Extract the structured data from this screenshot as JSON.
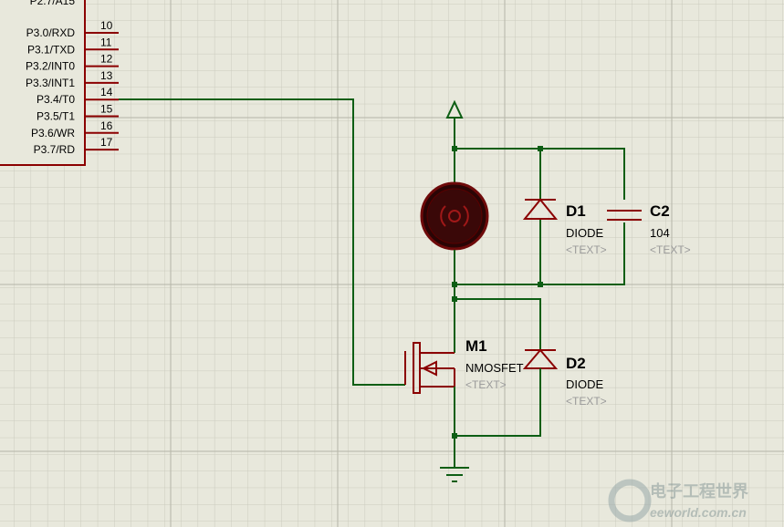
{
  "mcu": {
    "top_label": "P2.7/A15",
    "pins": [
      {
        "name": "P3.0/RXD",
        "number": "10"
      },
      {
        "name": "P3.1/TXD",
        "number": "11"
      },
      {
        "name": "P3.2/INT0",
        "number": "12"
      },
      {
        "name": "P3.3/INT1",
        "number": "13"
      },
      {
        "name": "P3.4/T0",
        "number": "14"
      },
      {
        "name": "P3.5/T1",
        "number": "15"
      },
      {
        "name": "P3.6/WR",
        "number": "16"
      },
      {
        "name": "P3.7/RD",
        "number": "17"
      }
    ]
  },
  "components": {
    "d1": {
      "ref": "D1",
      "value": "DIODE",
      "text": "<TEXT>"
    },
    "c2": {
      "ref": "C2",
      "value": "104",
      "text": "<TEXT>"
    },
    "m1": {
      "ref": "M1",
      "value": "NMOSFET",
      "text": "<TEXT>"
    },
    "d2": {
      "ref": "D2",
      "value": "DIODE",
      "text": "<TEXT>"
    }
  },
  "watermark": {
    "cn": "电子工程世界",
    "en": "eeworld.com.cn"
  },
  "colors": {
    "background": "#e8e8dc",
    "grid": "#c9c9bb",
    "wire": "#0d5e14",
    "component": "#8b0000",
    "text": "#000000",
    "hidden_text": "#9a9a9a"
  }
}
